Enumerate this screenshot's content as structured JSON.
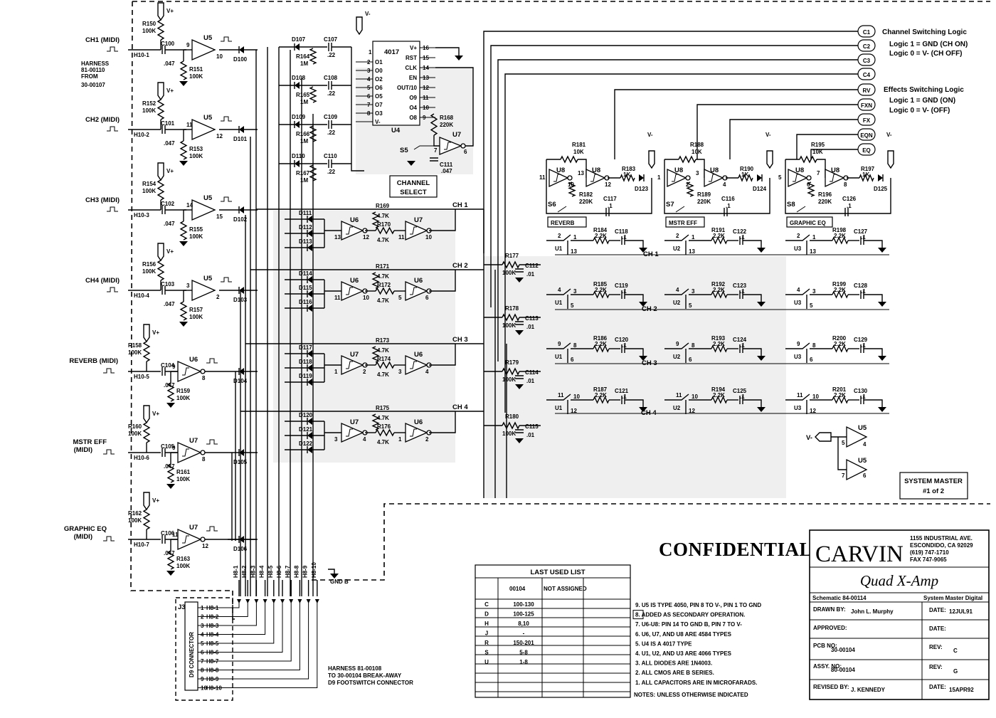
{
  "inputs": [
    {
      "label": "CH1 (MIDI)",
      "pin": "H10-1",
      "cap": "C100",
      "cap_val": ".047",
      "pull": "R150",
      "pull_val": "100K",
      "load": "R151",
      "load_val": "100K",
      "buffer": "U5",
      "diode": "D100",
      "buf_pin_in": "9",
      "buf_pin_out": "10"
    },
    {
      "label": "CH2 (MIDI)",
      "pin": "H10-2",
      "cap": "C101",
      "cap_val": ".047",
      "pull": "R152",
      "pull_val": "100K",
      "load": "R153",
      "load_val": "100K",
      "buffer": "U5",
      "diode": "D101",
      "buf_pin_in": "11",
      "buf_pin_out": "12"
    },
    {
      "label": "CH3 (MIDI)",
      "pin": "H10-3",
      "cap": "C102",
      "cap_val": ".047",
      "pull": "R154",
      "pull_val": "100K",
      "load": "R155",
      "load_val": "100K",
      "buffer": "U5",
      "diode": "D102",
      "buf_pin_in": "14",
      "buf_pin_out": "15"
    },
    {
      "label": "CH4 (MIDI)",
      "pin": "H10-4",
      "cap": "C103",
      "cap_val": ".047",
      "pull": "R156",
      "pull_val": "100K",
      "load": "R157",
      "load_val": "100K",
      "buffer": "U5",
      "diode": "D103",
      "buf_pin_in": "3",
      "buf_pin_out": "2"
    },
    {
      "label": "REVERB (MIDI)",
      "pin": "H10-5",
      "cap": "C104",
      "cap_val": ".047",
      "pull": "R158",
      "pull_val": "100K",
      "load": "R159",
      "load_val": "100K",
      "buffer": "U6",
      "diode": "D104",
      "buf_pin_in": "9",
      "buf_pin_out": "8"
    },
    {
      "label": "MSTR EFF (MIDI)",
      "pin": "H10-6",
      "cap": "C105",
      "cap_val": ".047",
      "pull": "R160",
      "pull_val": "100K",
      "load": "R161",
      "load_val": "100K",
      "buffer": "U7",
      "diode": "D105",
      "buf_pin_in": "9",
      "buf_pin_out": "8"
    },
    {
      "label": "GRAPHIC EQ (MIDI)",
      "pin": "H10-7",
      "cap": "C106",
      "cap_val": ".047",
      "pull": "R162",
      "pull_val": "100K",
      "load": "R163",
      "load_val": "100K",
      "buffer": "U7",
      "diode": "D106",
      "buf_pin_in": "11",
      "buf_pin_out": "12"
    }
  ],
  "harness_in": "HARNESS 81-00110 FROM 30-00107",
  "supply_pos": "V+",
  "supply_neg": "V-",
  "counter": {
    "name": "U4",
    "part": "4017",
    "left_pins": [
      {
        "num": "2",
        "name": "O1"
      },
      {
        "num": "3",
        "name": "O0"
      },
      {
        "num": "4",
        "name": "O2"
      },
      {
        "num": "5",
        "name": "O6"
      },
      {
        "num": "6",
        "name": "O5"
      },
      {
        "num": "7",
        "name": "O7"
      },
      {
        "num": "8",
        "name": "O3"
      },
      {
        "num": "",
        "name": "V-"
      }
    ],
    "right_pins": [
      {
        "num": "16",
        "name": "V+"
      },
      {
        "num": "15",
        "name": "RST"
      },
      {
        "num": "14",
        "name": "CLK"
      },
      {
        "num": "13",
        "name": "EN"
      },
      {
        "num": "12",
        "name": "OUT/10"
      },
      {
        "num": "11",
        "name": "O9"
      },
      {
        "num": "10",
        "name": "O4"
      },
      {
        "num": "9",
        "name": "O8"
      }
    ],
    "pin1": "1"
  },
  "counter_parts": {
    "diodes": [
      "D107",
      "D108",
      "D109",
      "D110"
    ],
    "caps": [
      "C107",
      "C108",
      "C109",
      "C110"
    ],
    "cap_vals": [
      ".22",
      ".22",
      ".22",
      ".22"
    ],
    "res": [
      "R164",
      "R165",
      "R166",
      "R167"
    ],
    "res_vals": [
      "1M",
      "1M",
      "1M",
      "1M"
    ],
    "r168": "R168",
    "r168_val": "220K",
    "c111": "C111",
    "c111_val": ".047",
    "switch": "S5",
    "gate": "U7",
    "gate_in": "7",
    "gate_out": "6",
    "select_label": "CHANNEL SELECT"
  },
  "channels": [
    {
      "label": "CH 1",
      "diodes": [
        "D111",
        "D112",
        "D113"
      ],
      "g1": "U6",
      "g1_in": "13",
      "g1_out": "12",
      "ra": "R169",
      "ra_val": "4.7K",
      "rb": "R170",
      "rb_val": "4.7K",
      "g2": "U7",
      "g2_in": "11",
      "g2_out": "10"
    },
    {
      "label": "CH 2",
      "diodes": [
        "D114",
        "D115",
        "D116"
      ],
      "g1": "U6",
      "g1_in": "11",
      "g1_out": "10",
      "ra": "R171",
      "ra_val": "4.7K",
      "rb": "R172",
      "rb_val": "4.7K",
      "g2": "U6",
      "g2_in": "5",
      "g2_out": "6"
    },
    {
      "label": "CH 3",
      "diodes": [
        "D117",
        "D118",
        "D119"
      ],
      "g1": "U7",
      "g1_in": "1",
      "g1_out": "2",
      "ra": "R173",
      "ra_val": "4.7K",
      "rb": "R174",
      "rb_val": "4.7K",
      "g2": "U6",
      "g2_in": "3",
      "g2_out": "4"
    },
    {
      "label": "CH 4",
      "diodes": [
        "D120",
        "D121",
        "D122"
      ],
      "g1": "U7",
      "g1_in": "3",
      "g1_out": "4",
      "ra": "R175",
      "ra_val": "4.7K",
      "rb": "R176",
      "rb_val": "4.7K",
      "g2": "U6",
      "g2_in": "1",
      "g2_out": "2"
    }
  ],
  "rc_filters": [
    {
      "r": "R177",
      "r_val": "100K",
      "c": "C112",
      "c_val": ".01"
    },
    {
      "r": "R178",
      "r_val": "100K",
      "c": "C113",
      "c_val": ".01"
    },
    {
      "r": "R179",
      "r_val": "100K",
      "c": "C114",
      "c_val": ".01"
    },
    {
      "r": "R180",
      "r_val": "100K",
      "c": "C115",
      "c_val": ".01"
    }
  ],
  "effects": [
    {
      "title": "REVERB",
      "switch": "S6",
      "ra": "R181",
      "ra_val": "10K",
      "g": "U8",
      "rb": "R183",
      "rb_val": "1K",
      "d": "D123",
      "rc": "R182",
      "rc_val": "220K",
      "c": "C117",
      "c_val": ".1",
      "pins": [
        "11",
        "10",
        "13",
        "12"
      ],
      "sw_unit": "U1",
      "rows": [
        {
          "r": "R184",
          "v": "2.2K",
          "c": "C118",
          "cv": ".1"
        },
        {
          "r": "R185",
          "v": "2.2K",
          "c": "C119",
          "cv": ".1"
        },
        {
          "r": "R186",
          "v": "2.2K",
          "c": "C120",
          "cv": ".1"
        },
        {
          "r": "R187",
          "v": "2.2K",
          "c": "C121",
          "cv": ".1"
        }
      ]
    },
    {
      "title": "MSTR EFF",
      "switch": "S7",
      "ra": "R188",
      "ra_val": "10K",
      "g": "U8",
      "rb": "R190",
      "rb_val": "1K",
      "d": "D124",
      "rc": "R189",
      "rc_val": "220K",
      "c": "C116",
      "c_val": ".1",
      "pins": [
        "1",
        "2",
        "3",
        "4"
      ],
      "sw_unit": "U2",
      "rows": [
        {
          "r": "R191",
          "v": "2.2K",
          "c": "C122",
          "cv": ".1"
        },
        {
          "r": "R192",
          "v": "2.2K",
          "c": "C123",
          "cv": ".1"
        },
        {
          "r": "R193",
          "v": "2.2K",
          "c": "C124",
          "cv": ".1"
        },
        {
          "r": "R194",
          "v": "2.2K",
          "c": "C125",
          "cv": ".1"
        }
      ]
    },
    {
      "title": "GRAPHIC EQ",
      "switch": "S8",
      "ra": "R195",
      "ra_val": "10K",
      "g": "U8",
      "rb": "R197",
      "rb_val": "1K",
      "d": "D125",
      "rc": "R196",
      "rc_val": "220K",
      "c": "C126",
      "c_val": ".1",
      "pins": [
        "5",
        "6",
        "7",
        "8"
      ],
      "sw_unit": "U3",
      "rows": [
        {
          "r": "R198",
          "v": "2.2K",
          "c": "C127",
          "cv": ".1"
        },
        {
          "r": "R199",
          "v": "2.2K",
          "c": "C128",
          "cv": ".1"
        },
        {
          "r": "R200",
          "v": "2.2K",
          "c": "C129",
          "cv": ".1"
        },
        {
          "r": "R201",
          "v": "2.2K",
          "c": "C130",
          "cv": ".1"
        }
      ]
    }
  ],
  "switch_pins": [
    [
      "2",
      "1",
      "13"
    ],
    [
      "4",
      "3",
      "5"
    ],
    [
      "9",
      "8",
      "6"
    ],
    [
      "11",
      "10",
      "12"
    ]
  ],
  "sw_channel_labels": [
    "CH 1",
    "CH 2",
    "CH 3",
    "CH 4"
  ],
  "outputs": [
    "C1",
    "C2",
    "C3",
    "C4",
    "RV",
    "FXN",
    "FX",
    "EQN",
    "EQ"
  ],
  "legend": {
    "channel_title": "Channel Switching Logic",
    "channel_l1": "Logic 1 = GND  (CH ON)",
    "channel_l0": "Logic 0 = V-     (CH OFF)",
    "effects_title": "Effects Switching Logic",
    "effects_l1": "Logic 1 = GND    (ON)",
    "effects_l0": "Logic 0 = V-       (OFF)"
  },
  "spare": {
    "unit1": "U5",
    "unit2": "U5",
    "p1": "5",
    "p2": "4",
    "p3": "7",
    "p4": "6"
  },
  "system_master": {
    "line1": "SYSTEM MASTER",
    "line2": "#1 of 2"
  },
  "confidential": "CONFIDENTIAL",
  "connector": {
    "ref": "J3",
    "title": "D9 CONNECTOR",
    "pins": [
      "1",
      "2",
      "3",
      "4",
      "5",
      "6",
      "7",
      "8",
      "9",
      "10"
    ],
    "pin_labels": [
      "H8-1",
      "H8-2",
      "H8-3",
      "H8-4",
      "H8-5",
      "H8-6",
      "H8-7",
      "H8-8",
      "H8-9",
      "H8-10"
    ],
    "gnd": "GND B",
    "harness": "HARNESS  81-00108 TO 30-00104 BREAK-AWAY D9 FOOTSWITCH CONNECTOR"
  },
  "last_used": {
    "title": "LAST USED LIST",
    "col1": "00104",
    "col2": "NOT ASSIGNED",
    "rows": [
      {
        "k": "C",
        "v": "100-130"
      },
      {
        "k": "D",
        "v": "100-125"
      },
      {
        "k": "H",
        "v": "8,10"
      },
      {
        "k": "J",
        "v": "-"
      },
      {
        "k": "R",
        "v": "150-201"
      },
      {
        "k": "S",
        "v": "5-8"
      },
      {
        "k": "U",
        "v": "1-8"
      }
    ]
  },
  "notes": [
    "9. U5 IS TYPE 4050, PIN 8 TO V-, PIN 1 TO GND",
    "8. ADDED AS SECONDARY OPERATION.",
    "7. U6-U8: PIN 14 TO GND B, PIN 7 TO V-",
    "6. U6, U7, AND U8 ARE 4584 TYPES",
    "5. U4 IS A 4017 TYPE",
    "4. U1, U2, AND U3 ARE 4066 TYPES",
    "3. ALL DIODES ARE 1N4003.",
    "2. ALL CMOS ARE B SERIES.",
    "1. ALL CAPACITORS ARE IN MICROFARADS."
  ],
  "notes_footer": "NOTES:   UNLESS OTHERWISE INDICATED",
  "title_block": {
    "logo": "CARVIN",
    "addr1": "1155 INDUSTRIAL AVE.",
    "addr2": "ESCONDIDO, CA  92029",
    "phone": "(619) 747-1710",
    "fax": "FAX 747-9065",
    "product": "Quad X-Amp",
    "schematic": "Schematic  84-00114",
    "sheet": "System Master Digital",
    "drawn_by_label": "DRAWN BY:",
    "drawn_by": "John L. Murphy",
    "date_label": "DATE:",
    "date": "12JUL91",
    "approved_label": "APPROVED:",
    "pcb_label": "PCB NO:",
    "pcb": "30-00104",
    "rev_label": "REV:",
    "pcb_rev": "C",
    "assy_label": "ASSY. NO:",
    "assy": "80-00104",
    "assy_rev": "G",
    "revised_label": "REVISED BY:",
    "revised_by": "J. KENNEDY",
    "revised_date": "15APR92"
  }
}
